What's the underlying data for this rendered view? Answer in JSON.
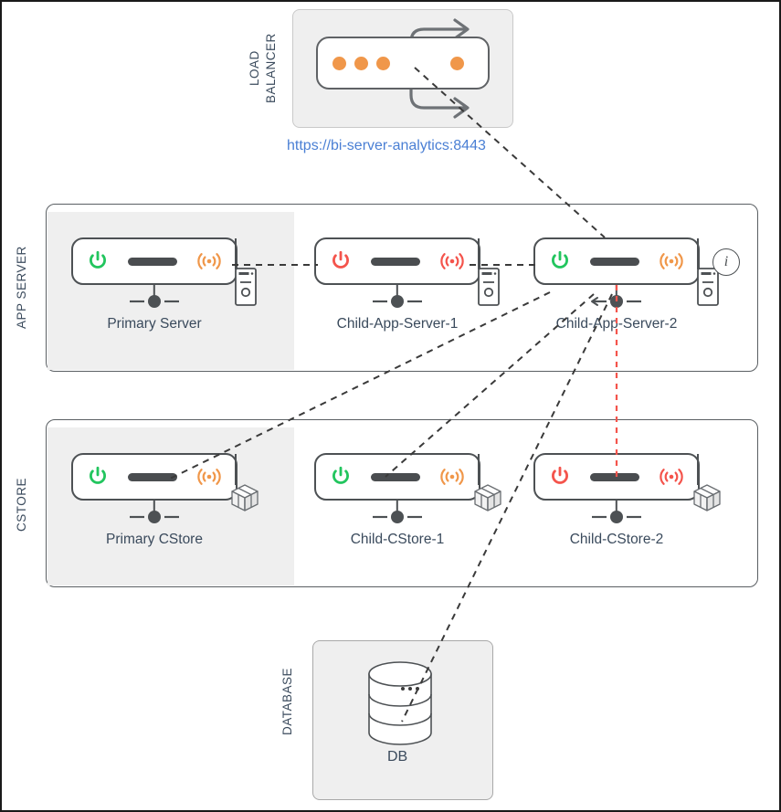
{
  "colors": {
    "online": "#22c55e",
    "offline": "#f4544c",
    "accent_orange": "#f0974a",
    "link_blue": "#4a7fd4",
    "label_text": "#3a4a5c",
    "outline": "#4d5154",
    "panel_fill": "#efefef"
  },
  "load_balancer": {
    "label": "LOAD\nBALANCER",
    "label_line1": "LOAD",
    "label_line2": "BALANCER",
    "url": "https://bi-server-analytics:8443",
    "arrow_top_icon": "curved-arrow-right-icon",
    "arrow_bottom_icon": "curved-arrow-right-icon",
    "dots": 4
  },
  "sections": [
    {
      "id": "app-server",
      "label": "APP SERVER",
      "nodes": [
        {
          "name": "Primary Server",
          "power_state": "online",
          "signal_state": "online",
          "power_icon": "power-icon",
          "signal_icon": "wifi-signal-icon",
          "device_icon": "server-tower-icon",
          "has_info_badge": false,
          "highlighted": true
        },
        {
          "name": "Child-App-Server-1",
          "power_state": "offline",
          "signal_state": "offline",
          "power_icon": "power-icon",
          "signal_icon": "wifi-signal-icon",
          "device_icon": "server-tower-icon",
          "has_info_badge": false,
          "highlighted": false
        },
        {
          "name": "Child-App-Server-2",
          "power_state": "online",
          "signal_state": "online",
          "power_icon": "power-icon",
          "signal_icon": "wifi-signal-icon",
          "device_icon": "server-tower-icon",
          "has_info_badge": true,
          "info_badge_icon": "info-icon",
          "info_badge_text": "i",
          "highlighted": false
        }
      ]
    },
    {
      "id": "cstore",
      "label": "CSTORE",
      "nodes": [
        {
          "name": "Primary CStore",
          "power_state": "online",
          "signal_state": "online",
          "power_icon": "power-icon",
          "signal_icon": "wifi-signal-icon",
          "device_icon": "package-cube-icon",
          "has_info_badge": false,
          "highlighted": true
        },
        {
          "name": "Child-CStore-1",
          "power_state": "online",
          "signal_state": "online",
          "power_icon": "power-icon",
          "signal_icon": "wifi-signal-icon",
          "device_icon": "package-cube-icon",
          "has_info_badge": false,
          "highlighted": false
        },
        {
          "name": "Child-CStore-2",
          "power_state": "offline",
          "signal_state": "offline",
          "power_icon": "power-icon",
          "signal_icon": "wifi-signal-icon",
          "device_icon": "package-cube-icon",
          "has_info_badge": false,
          "highlighted": false
        }
      ]
    }
  ],
  "database": {
    "label": "DATABASE",
    "node_label": "DB",
    "icon": "database-cylinder-icon"
  }
}
